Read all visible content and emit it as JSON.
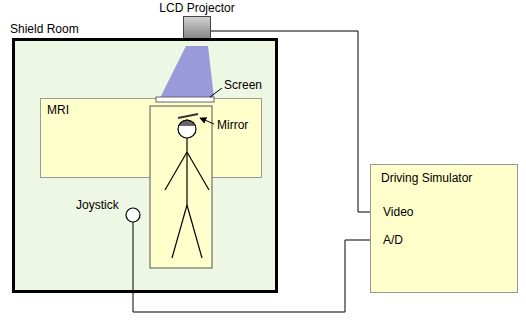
{
  "diagram": {
    "nodes": [
      {
        "text": [
          "LCD Projector"
        ]
      },
      {
        "text": [
          "Shield Room"
        ]
      },
      {
        "text": [
          "MRI"
        ],
        "in": 1
      },
      {
        "text": [
          "Joystick"
        ],
        "in": 1
      },
      {
        "text": [
          "Driving Simulator",
          "Video",
          "A/D"
        ]
      }
    ],
    "edges": [
      {
        "from": 0,
        "to": 4,
        "arrow": "none"
      },
      {
        "from": 3,
        "to": 4,
        "arrow": "none"
      }
    ],
    "labels": [
      "Screen",
      "Mirror"
    ]
  }
}
